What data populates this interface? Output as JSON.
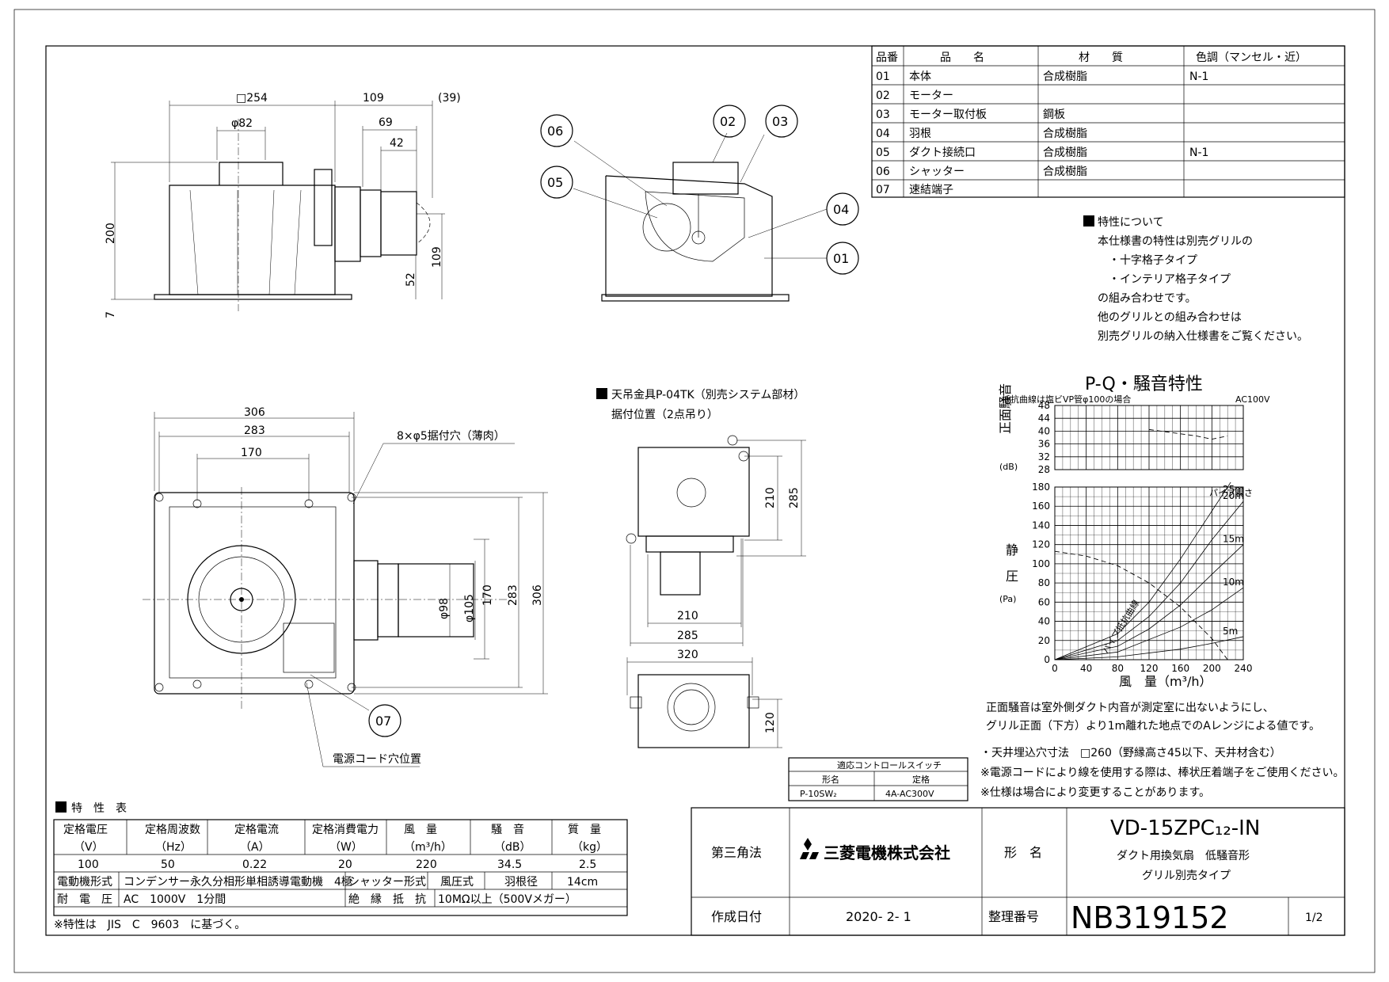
{
  "parts_table": {
    "headers": [
      "品番",
      "品　　名",
      "材　　質",
      "色調（マンセル・近）"
    ],
    "rows": [
      [
        "01",
        "本体",
        "合成樹脂",
        "N-1"
      ],
      [
        "02",
        "モーター",
        "",
        ""
      ],
      [
        "03",
        "モーター取付板",
        "鋼板",
        ""
      ],
      [
        "04",
        "羽根",
        "合成樹脂",
        ""
      ],
      [
        "05",
        "ダクト接続口",
        "合成樹脂",
        "N-1"
      ],
      [
        "06",
        "シャッター",
        "合成樹脂",
        ""
      ],
      [
        "07",
        "速結端子",
        "",
        ""
      ]
    ]
  },
  "characteristics_note": {
    "title": "特性について",
    "lines": [
      "本仕様書の特性は別売グリルの",
      "・十字格子タイプ",
      "・インテリア格子タイプ",
      "の組み合わせです。",
      "他のグリルとの組み合わせは",
      "別売グリルの納入仕様書をご覧ください。"
    ]
  },
  "callouts": [
    "06",
    "02",
    "03",
    "05",
    "04",
    "01",
    "07"
  ],
  "top_view_dims": {
    "d254": "□254",
    "d109": "109",
    "d39": "(39)",
    "d82": "φ82",
    "d69": "69",
    "d42": "42",
    "d200": "200",
    "d52": "52",
    "d109v": "109",
    "d7": "7"
  },
  "bottom_view_dims": {
    "d306": "306",
    "d283": "283",
    "d170": "170",
    "holes": "8×φ5据付穴（薄肉）",
    "d98": "φ98",
    "d105": "φ105",
    "d170v": "170",
    "d283v": "283",
    "d306v": "306",
    "cord": "電源コード穴位置"
  },
  "hanger": {
    "title": "天吊金具P-04TK（別売システム部材）",
    "subtitle": "据付位置（2点吊り）",
    "d210": "210",
    "d285": "285",
    "d210h": "210",
    "d285h": "285",
    "d320": "320",
    "d120": "120"
  },
  "chart_titles": {
    "main": "P-Q・騒音特性",
    "noise_axis": "正面騒音",
    "noise_unit": "(dB)",
    "note": "抵抗曲線は塩ビVP管φ100の場合",
    "power": "AC100V",
    "pressure_axis": [
      "静",
      "圧"
    ],
    "pressure_unit": "(Pa)",
    "flow_axis": "風　量（m³/h）",
    "pipe_length": "パイプ長さ",
    "curve_label": "パイプ抵抗曲線"
  },
  "chart_data": [
    {
      "type": "line",
      "title": "P-Q・騒音特性",
      "ylabel": "正面騒音 (dB)",
      "ylim": [
        28,
        48
      ],
      "yticks": [
        28,
        32,
        36,
        40,
        44,
        48
      ],
      "xlim": [
        0,
        240
      ],
      "grid": true,
      "series": [
        {
          "x": [
            120,
            150,
            180,
            200,
            220
          ],
          "y": [
            40.5,
            39.5,
            38.5,
            37.5,
            38.5
          ]
        }
      ]
    },
    {
      "type": "line",
      "title": "",
      "xlabel": "風量（m³/h）",
      "ylabel": "静圧（Pa）",
      "xlim": [
        0,
        240
      ],
      "ylim": [
        0,
        180
      ],
      "xticks": [
        0,
        40,
        80,
        120,
        160,
        200,
        240
      ],
      "yticks": [
        0,
        20,
        40,
        60,
        80,
        100,
        120,
        140,
        160,
        180
      ],
      "grid": true,
      "series": [
        {
          "x": [
            0,
            40,
            80,
            120,
            160,
            200,
            220
          ],
          "y": [
            113,
            108,
            98,
            80,
            55,
            22,
            0
          ]
        },
        {
          "name": "5m",
          "x": [
            0,
            80,
            160,
            200,
            240
          ],
          "y": [
            0,
            3,
            11,
            17,
            24
          ]
        },
        {
          "name": "10m",
          "x": [
            0,
            80,
            160,
            200,
            240
          ],
          "y": [
            0,
            8,
            34,
            52,
            75
          ]
        },
        {
          "name": "15m",
          "x": [
            0,
            80,
            120,
            160,
            200,
            240
          ],
          "y": [
            0,
            14,
            32,
            57,
            89,
            120
          ]
        },
        {
          "name": "20m",
          "x": [
            0,
            80,
            120,
            160,
            200,
            240
          ],
          "y": [
            0,
            20,
            45,
            80,
            125,
            165
          ]
        },
        {
          "name": "25m",
          "x": [
            0,
            80,
            120,
            160,
            200,
            224
          ],
          "y": [
            0,
            27,
            60,
            105,
            155,
            185
          ]
        }
      ]
    }
  ],
  "notes": [
    "正面騒音は室外側ダクト内音が測定室に出ないようにし、",
    "グリル正面（下方）より1m離れた地点でのAレンジによる値です。",
    "・天井埋込穴寸法　□260（野縁高さ45以下、天井材含む）",
    "※電源コードにより線を使用する際は、棒状圧着端子をご使用ください。",
    "※仕様は場合により変更することがあります。"
  ],
  "switch_table": {
    "title": "適応コントロールスイッチ",
    "headers": [
      "形名",
      "定格"
    ],
    "row": [
      "P-10SW₂",
      "4A-AC300V"
    ]
  },
  "spec_table": {
    "title": "特　性　表",
    "headers": [
      "定格電圧",
      "定格周波数",
      "定格電流",
      "定格消費電力",
      "風　量",
      "騒　音",
      "質　量"
    ],
    "units": [
      "（V）",
      "（Hz）",
      "（A）",
      "（W）",
      "（m³/h）",
      "（dB）",
      "（kg）"
    ],
    "values": [
      "100",
      "50",
      "0.22",
      "20",
      "220",
      "34.5",
      "2.5"
    ],
    "motor_label": "電動機形式",
    "motor_value": "コンデンサー永久分相形単相誘導電動機　4極",
    "shutter_label": "シャッター形式",
    "shutter_value": "風圧式",
    "blade_label": "羽根径",
    "blade_value": "14cm",
    "withstand_label": "耐　電　圧",
    "withstand_value": "AC　1000V　1分間",
    "insulation_label": "絶　縁　抵　抗",
    "insulation_value": "10MΩ以上（500Vメガー）",
    "footnote": "※特性は　JIS　C　9603　に基づく。"
  },
  "title_block": {
    "projection": "第三角法",
    "company": "三菱電機株式会社",
    "model_label": "形　名",
    "model": "VD-15ZPC₁₂-IN",
    "desc1": "ダクト用換気扇　低騒音形",
    "desc2": "グリル別売タイプ",
    "date_label": "作成日付",
    "date": "2020- 2- 1",
    "ref_label": "整理番号",
    "ref": "NB319152",
    "page": "1/2"
  }
}
